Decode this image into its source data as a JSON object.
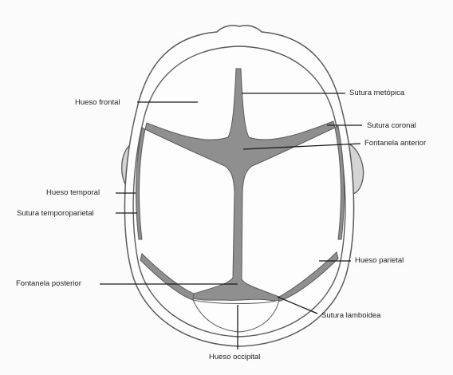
{
  "labels": {
    "hueso_frontal": "Hueso frontal",
    "sutura_metopica": "Sutura metópica",
    "sutura_coronal": "Sutura coronal",
    "fontanela_anterior": "Fontanela anterior",
    "hueso_temporal": "Hueso temporal",
    "sutura_temporoparietal": "Sutura temporoparietal",
    "hueso_parietal": "Hueso parietal",
    "fontanela_posterior": "Fontanela posterior",
    "sutura_lamboidea": "Sutura lamboidea",
    "hueso_occipital": "Hueso occipital"
  },
  "colors": {
    "outline": "#5a5a5a",
    "suture_fill": "#8f8f8f",
    "bone_fill": "#fdfdfd",
    "leader": "#1a1a1a",
    "ear_fill": "#d4d4d4"
  }
}
